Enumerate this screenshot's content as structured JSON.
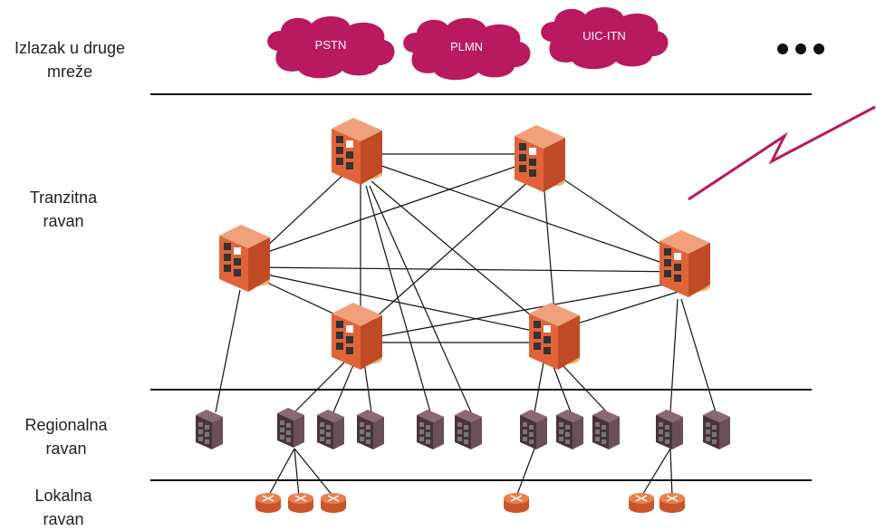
{
  "layers": {
    "external": "Izlazak u druge\nmreže",
    "transit": "Tranzitna\nravan",
    "regional": "Regionalna\nravan",
    "local": "Lokalna\nravan"
  },
  "clouds": [
    "PSTN",
    "PLMN",
    "UIC-ITN"
  ],
  "more_indicator": "•••",
  "colors": {
    "cloud": "#b8195f",
    "transit_node": "#e0633a",
    "regional_node": "#5a4048",
    "local_node": "#e06a35",
    "line": "#111111",
    "radio_link": "#b8195f"
  },
  "icons": {
    "transit": "transit-switch-icon",
    "regional": "regional-switch-icon",
    "local": "local-router-icon",
    "radio": "radio-link-icon"
  }
}
